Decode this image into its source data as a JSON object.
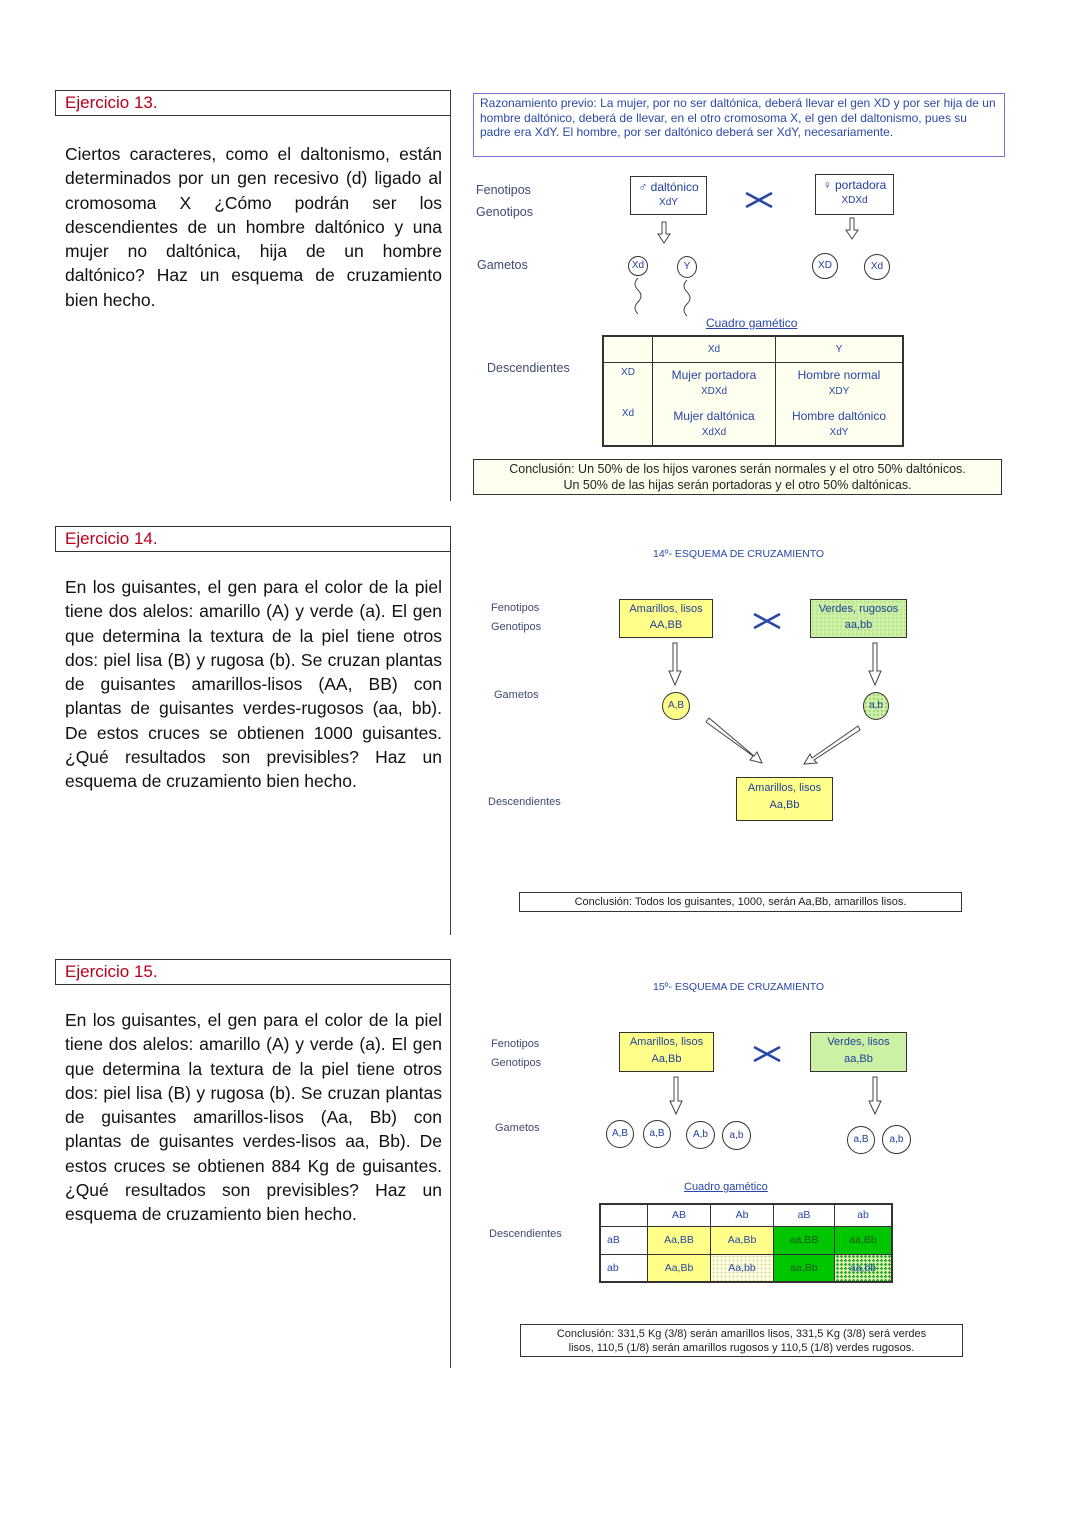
{
  "ex13": {
    "title": "Ejercicio 13.",
    "text": "Ciertos caracteres, como el daltonismo, están determinados por un gen recesivo (d) ligado al cromosoma X ¿Cómo podrán ser los descendientes de un hombre daltónico y una mujer no daltónica, hija de un hombre daltónico? Haz un esquema de cruzamiento bien hecho.",
    "reasoning": "Razonamiento previo: La mujer, por no ser daltónica, deberá llevar el gen XD y por ser hija de un hombre daltónico, deberá de llevar, en el otro cromosoma X, el gen del daltonismo, pues su padre era XdY. El hombre, por ser daltónico deberá ser XdY, necesariamente.",
    "labels": {
      "fenotipos": "Fenotipos",
      "genotipos": "Genotipos",
      "gametos": "Gametos",
      "descendientes": "Descendientes"
    },
    "male": {
      "phenotype": "♂ daltónico",
      "genotype": "XdY"
    },
    "female": {
      "phenotype": "♀ portadora",
      "genotype": "XDXd"
    },
    "cross_symbol": "×",
    "gametes_male": [
      "Xd",
      "Y"
    ],
    "gametes_female": [
      "XD",
      "Xd"
    ],
    "table_title": "Cuadro gamético",
    "table": {
      "cols": [
        "Xd",
        "Y"
      ],
      "rows": [
        {
          "head": "XD",
          "cells": [
            [
              "Mujer portadora",
              "XDXd"
            ],
            [
              "Hombre normal",
              "XDY"
            ]
          ]
        },
        {
          "head": "Xd",
          "cells": [
            [
              "Mujer daltónica",
              "XdXd"
            ],
            [
              "Hombre daltónico",
              "XdY"
            ]
          ]
        }
      ]
    },
    "conclusion_1": "Conclusión: Un 50% de los hijos varones serán normales y el otro 50% daltónicos.",
    "conclusion_2": "Un 50% de las hijas serán portadoras y el otro 50% daltónicas."
  },
  "ex14": {
    "title": "Ejercicio 14.",
    "text": "En los guisantes, el gen para el color de la piel tiene dos alelos: amarillo (A) y verde (a). El gen que determina la textura de la piel tiene otros dos: piel lisa (B) y rugosa (b). Se cruzan plantas de guisantes amarillos-lisos (AA, BB) con plantas de guisantes verdes-rugosos (aa, bb). De estos cruces se obtienen 1000 guisantes. ¿Qué resultados son previsibles? Haz un esquema de cruzamiento bien hecho.",
    "scheme_title": "14º- ESQUEMA DE CRUZAMIENTO",
    "labels": {
      "fenotipos": "Fenotipos",
      "genotipos": "Genotipos",
      "gametos": "Gametos",
      "descendientes": "Descendientes"
    },
    "p1": {
      "phenotype": "Amarillos, lisos",
      "genotype": "AA,BB"
    },
    "p2": {
      "phenotype": "Verdes, rugosos",
      "genotype": "aa,bb"
    },
    "g1": "A,B",
    "g2": "a,b",
    "offspring": {
      "phenotype": "Amarillos, lisos",
      "genotype": "Aa,Bb"
    },
    "conclusion": "Conclusión: Todos los guisantes, 1000, serán Aa,Bb, amarillos lisos."
  },
  "ex15": {
    "title": "Ejercicio 15.",
    "text": "En los guisantes, el gen para el color de la piel tiene dos alelos: amarillo (A) y verde (a). El gen que determina la textura de la piel tiene otros dos: piel lisa (B) y rugosa (b). Se cruzan plantas de guisantes amarillos-lisos (Aa, Bb) con plantas de guisantes verdes-lisos aa, Bb). De estos cruces se obtienen 884 Kg de guisantes. ¿Qué resultados son previsibles? Haz un esquema de cruzamiento bien hecho.",
    "scheme_title": "15º- ESQUEMA DE CRUZAMIENTO",
    "labels": {
      "fenotipos": "Fenotipos",
      "genotipos": "Genotipos",
      "gametos": "Gametos",
      "descendientes": "Descendientes"
    },
    "p1": {
      "phenotype": "Amarillos, lisos",
      "genotype": "Aa,Bb"
    },
    "p2": {
      "phenotype": "Verdes, lisos",
      "genotype": "aa,Bb"
    },
    "g1": [
      "A,B",
      "a,B",
      "A,b",
      "a,b"
    ],
    "g2": [
      "a,B",
      "a,b"
    ],
    "table_title": "Cuadro gamético",
    "table": {
      "cols": [
        "AB",
        "Ab",
        "aB",
        "ab"
      ],
      "rows": [
        {
          "head": "aB",
          "cells": [
            "Aa,BB",
            "Aa,Bb",
            "aa,BB",
            "aa,Bb"
          ]
        },
        {
          "head": "ab",
          "cells": [
            "Aa,Bb",
            "Aa,bb",
            "aa,Bb",
            "aa,bb"
          ]
        }
      ]
    },
    "conclusion_1": "Conclusión: 331,5 Kg (3/8) serán amarillos lisos, 331,5 Kg (3/8) será verdes",
    "conclusion_2": "lisos, 110,5 (1/8) serán amarillos rugosos y 110,5 (1/8) verdes rugosos."
  }
}
